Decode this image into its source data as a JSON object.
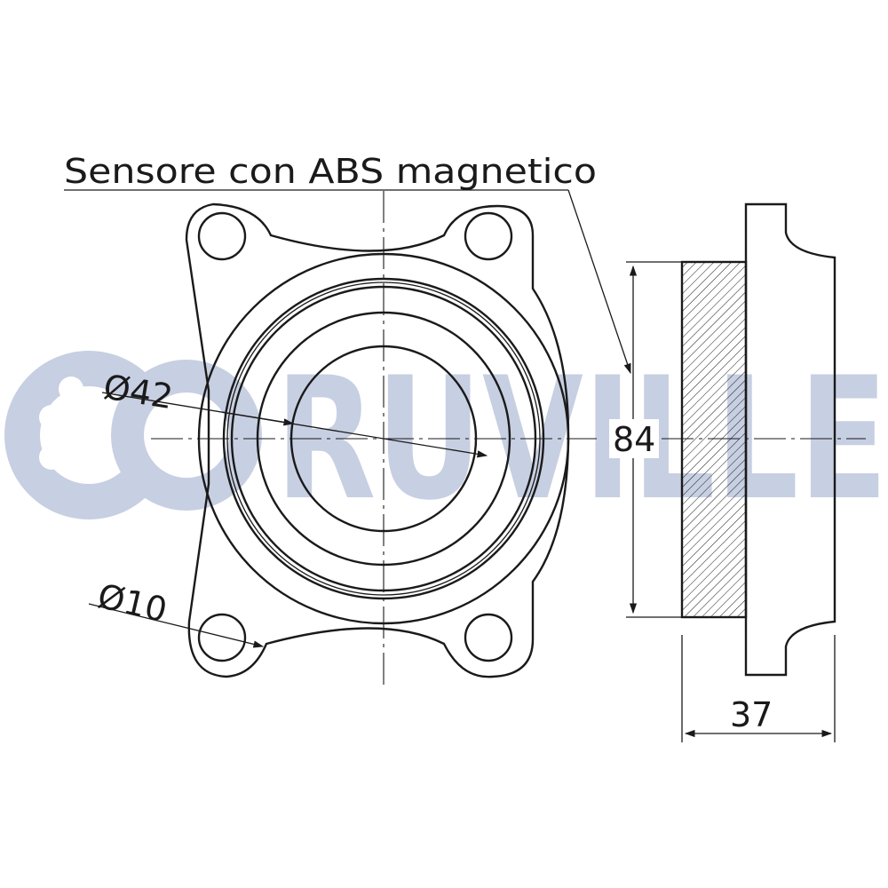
{
  "watermark": {
    "text": "RUVILLE",
    "color": "#9aa8cc"
  },
  "labels": {
    "sensor_note": "Sensore con ABS magnetico",
    "bore_diameter": "Ø42",
    "bolt_hole_diameter": "Ø10",
    "height": "84",
    "width": "37"
  },
  "colors": {
    "line": "#1a1a1a",
    "background": "#ffffff"
  }
}
